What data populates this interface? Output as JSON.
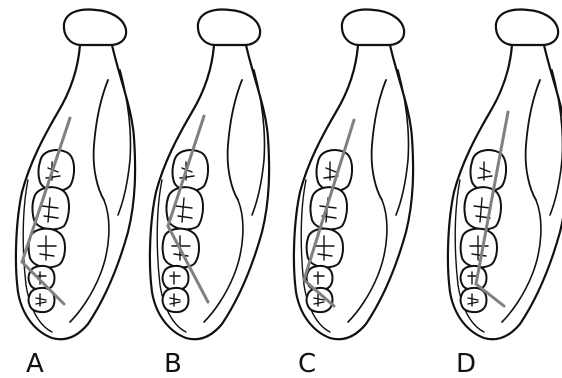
{
  "panels": [
    {
      "id": "a",
      "label": "A"
    },
    {
      "id": "b",
      "label": "B"
    },
    {
      "id": "c",
      "label": "C"
    },
    {
      "id": "d",
      "label": "D"
    }
  ],
  "colors": {
    "outline": "#111111",
    "guide_line": "#808080",
    "background": "#ffffff"
  }
}
